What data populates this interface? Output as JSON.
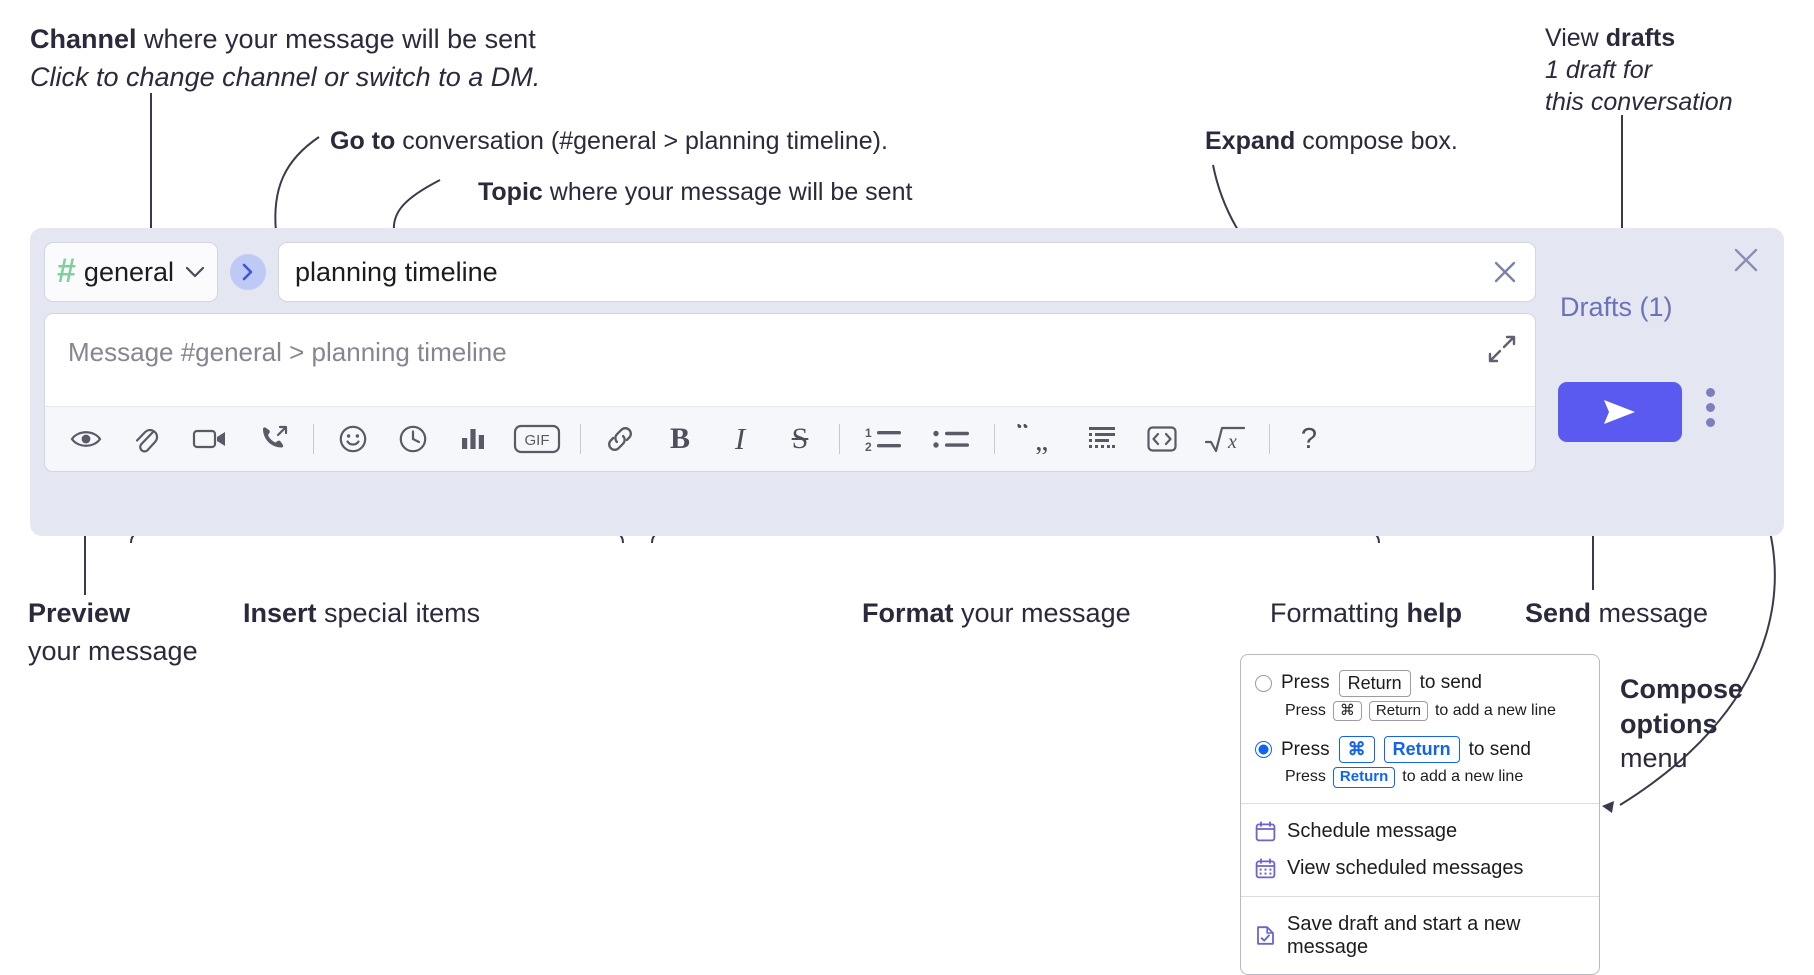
{
  "annotations": {
    "channel": {
      "line1_bold": "Channel",
      "line1_rest": " where your message will be sent",
      "line2_italic": "Click to change channel or switch to a DM."
    },
    "goto": {
      "bold": "Go to",
      "rest": " conversation (#general > planning timeline)."
    },
    "topic": {
      "bold": "Topic",
      "rest": " where your message will be sent"
    },
    "expand": {
      "bold": "Expand",
      "rest": " compose box."
    },
    "drafts": {
      "line1_plain": "View ",
      "line1_bold": "drafts",
      "line2_italic": "1 draft for",
      "line3_italic": "this conversation"
    },
    "preview": {
      "bold": "Preview",
      "line2": "your message"
    },
    "insert": {
      "bold": "Insert",
      "rest": " special items"
    },
    "format": {
      "bold": "Format",
      "rest": " your message"
    },
    "help": {
      "plain": "Formatting ",
      "bold": "help"
    },
    "send": {
      "bold": "Send",
      "rest": " message"
    },
    "compose_options": {
      "line1_bold": "Compose",
      "line2_bold": "options",
      "line3": "menu"
    }
  },
  "compose": {
    "channel": {
      "hash": "#",
      "name": "general",
      "chevron": "chevron-down"
    },
    "goto_button_glyph": "›",
    "topic": {
      "value": "planning timeline",
      "clear_label": "×"
    },
    "message": {
      "placeholder": "Message #general > planning timeline"
    },
    "toolbar": [
      {
        "name": "preview-icon",
        "label": "Preview"
      },
      {
        "name": "attachment-icon",
        "label": "Attach file"
      },
      {
        "name": "video-icon",
        "label": "Record video clip"
      },
      {
        "name": "audio-call-icon",
        "label": "Record audio clip"
      },
      {
        "name": "divider",
        "label": ""
      },
      {
        "name": "emoji-icon",
        "label": "Emoji"
      },
      {
        "name": "reminder-clock-icon",
        "label": "Reminder"
      },
      {
        "name": "poll-icon",
        "label": "Poll"
      },
      {
        "name": "gif-icon",
        "label": "GIF"
      },
      {
        "name": "divider",
        "label": ""
      },
      {
        "name": "link-icon",
        "label": "Link"
      },
      {
        "name": "bold-icon",
        "label": "Bold"
      },
      {
        "name": "italic-icon",
        "label": "Italic"
      },
      {
        "name": "strikethrough-icon",
        "label": "Strikethrough"
      },
      {
        "name": "divider",
        "label": ""
      },
      {
        "name": "ordered-list-icon",
        "label": "Ordered list"
      },
      {
        "name": "bulleted-list-icon",
        "label": "Bulleted list"
      },
      {
        "name": "divider",
        "label": ""
      },
      {
        "name": "blockquote-icon",
        "label": "Blockquote"
      },
      {
        "name": "code-block-icon",
        "label": "Code block"
      },
      {
        "name": "inline-code-icon",
        "label": "Code"
      },
      {
        "name": "math-icon",
        "label": "Math"
      },
      {
        "name": "divider",
        "label": ""
      },
      {
        "name": "help-icon",
        "label": "Formatting help"
      }
    ],
    "gif_label": "GIF",
    "bold_label": "B",
    "italic_label": "I",
    "strike_label": "S",
    "help_label": "?"
  },
  "right_panel": {
    "close_label": "×",
    "drafts_label": "Drafts (1)",
    "send_label": "Send"
  },
  "options_menu": {
    "option1": {
      "selected": false,
      "press": "Press",
      "key": "Return",
      "suffix": "to send",
      "sub_press": "Press",
      "sub_key1": "⌘",
      "sub_key2": "Return",
      "sub_suffix": "to add a new line"
    },
    "option2": {
      "selected": true,
      "press": "Press",
      "key1": "⌘",
      "key2": "Return",
      "suffix": "to send",
      "sub_press": "Press",
      "sub_key": "Return",
      "sub_suffix": "to add a new line"
    },
    "items": [
      {
        "icon": "calendar-clock-icon",
        "label": "Schedule message"
      },
      {
        "icon": "calendar-grid-icon",
        "label": "View scheduled messages"
      },
      {
        "icon": "save-draft-icon",
        "label": "Save draft and start a new message"
      }
    ]
  },
  "colors": {
    "panel_bg": "#e4e6f2",
    "send_blue": "#5a5af0",
    "hash_green": "#7fd09f",
    "drafts_purple": "#6b73b8",
    "accent_blue": "#1264f0",
    "goto_circle": "#bfc9f5"
  }
}
